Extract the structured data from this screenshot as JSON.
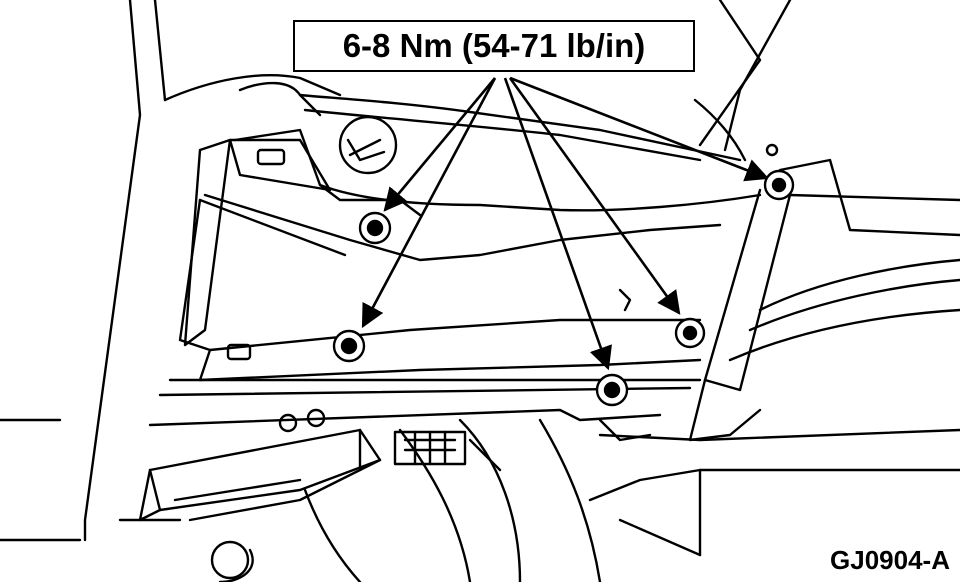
{
  "callout": {
    "torque_label": "6-8 Nm (54-71 lb/in)"
  },
  "figure": {
    "id": "GJ0904-A"
  },
  "fasteners": [
    {
      "name": "bolt-upper-left"
    },
    {
      "name": "bolt-lower-left"
    },
    {
      "name": "bolt-lower-center"
    },
    {
      "name": "bolt-lower-right"
    },
    {
      "name": "bolt-upper-right"
    }
  ],
  "colors": {
    "line": "#000000",
    "background": "#ffffff"
  }
}
